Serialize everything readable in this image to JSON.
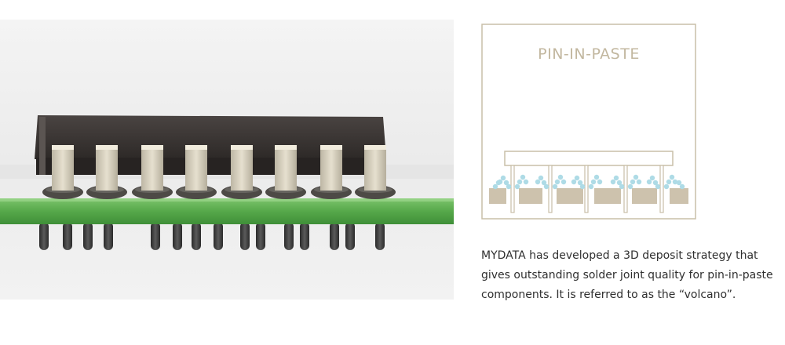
{
  "diagram": {
    "title": "PIN-IN-PASTE",
    "colors": {
      "frame": "#c9bfa8",
      "pad": "#cdc2ad",
      "paste": "#aedbe6",
      "title": "#c2b79f"
    }
  },
  "caption": {
    "text": "MYDATA has developed a 3D deposit strategy that\ngives outstanding solder joint quality for pin-in-paste\ncomponents.  It is referred to as the “volcano”."
  },
  "photo": {
    "subject": "through-hole-ic-chip-on-green-pcb",
    "colors": {
      "chip_body": "#3a3533",
      "leads": "#d9d2bf",
      "pcb": "#5cb04e"
    }
  }
}
